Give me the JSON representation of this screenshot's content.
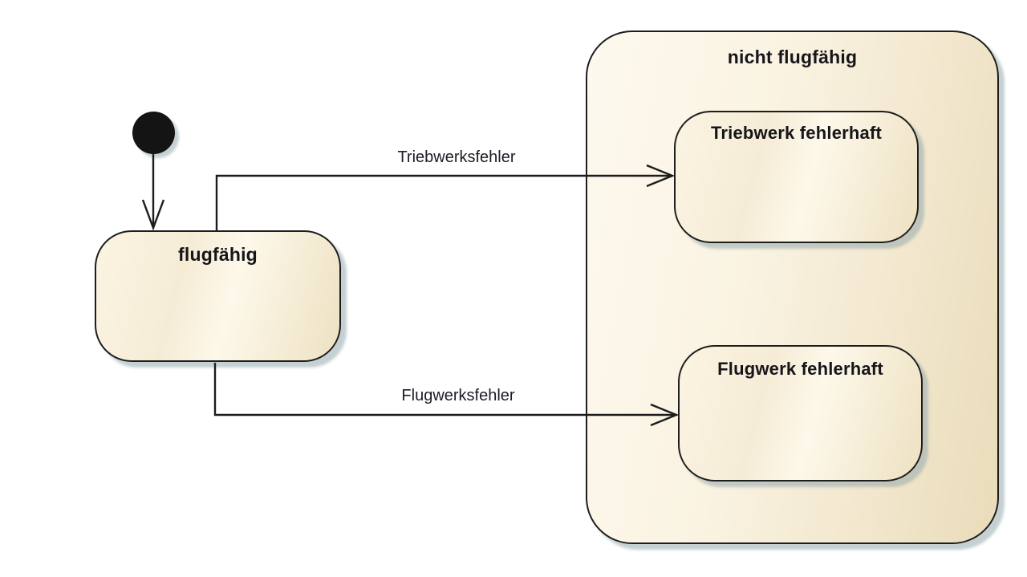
{
  "diagram": {
    "type": "uml-state-diagram",
    "language": "de",
    "states": {
      "initial": {
        "kind": "initial-pseudostate",
        "label": ""
      },
      "flugfaehig": {
        "kind": "simple-state",
        "label": "flugfähig"
      },
      "composite": {
        "kind": "composite-state",
        "label": "nicht flugfähig"
      },
      "triebwerk": {
        "kind": "simple-state",
        "label": "Triebwerk fehlerhaft",
        "parent": "nicht flugfähig"
      },
      "flugwerk": {
        "kind": "simple-state",
        "label": "Flugwerk fehlerhaft",
        "parent": "nicht flugfähig"
      }
    },
    "transitions": [
      {
        "from": "initial",
        "to": "flugfähig",
        "label": ""
      },
      {
        "from": "flugfähig",
        "to": "Triebwerk fehlerhaft",
        "label": "Triebwerksfehler"
      },
      {
        "from": "flugfähig",
        "to": "Flugwerk fehlerhaft",
        "label": "Flugwerksfehler"
      }
    ],
    "colors": {
      "background": "#ffffff",
      "state_fill_light": "#fdf8ea",
      "state_fill_dark": "#e9dcba",
      "border": "#1d1d1d",
      "shadow": "#96aaad",
      "text": "#15151a"
    }
  }
}
